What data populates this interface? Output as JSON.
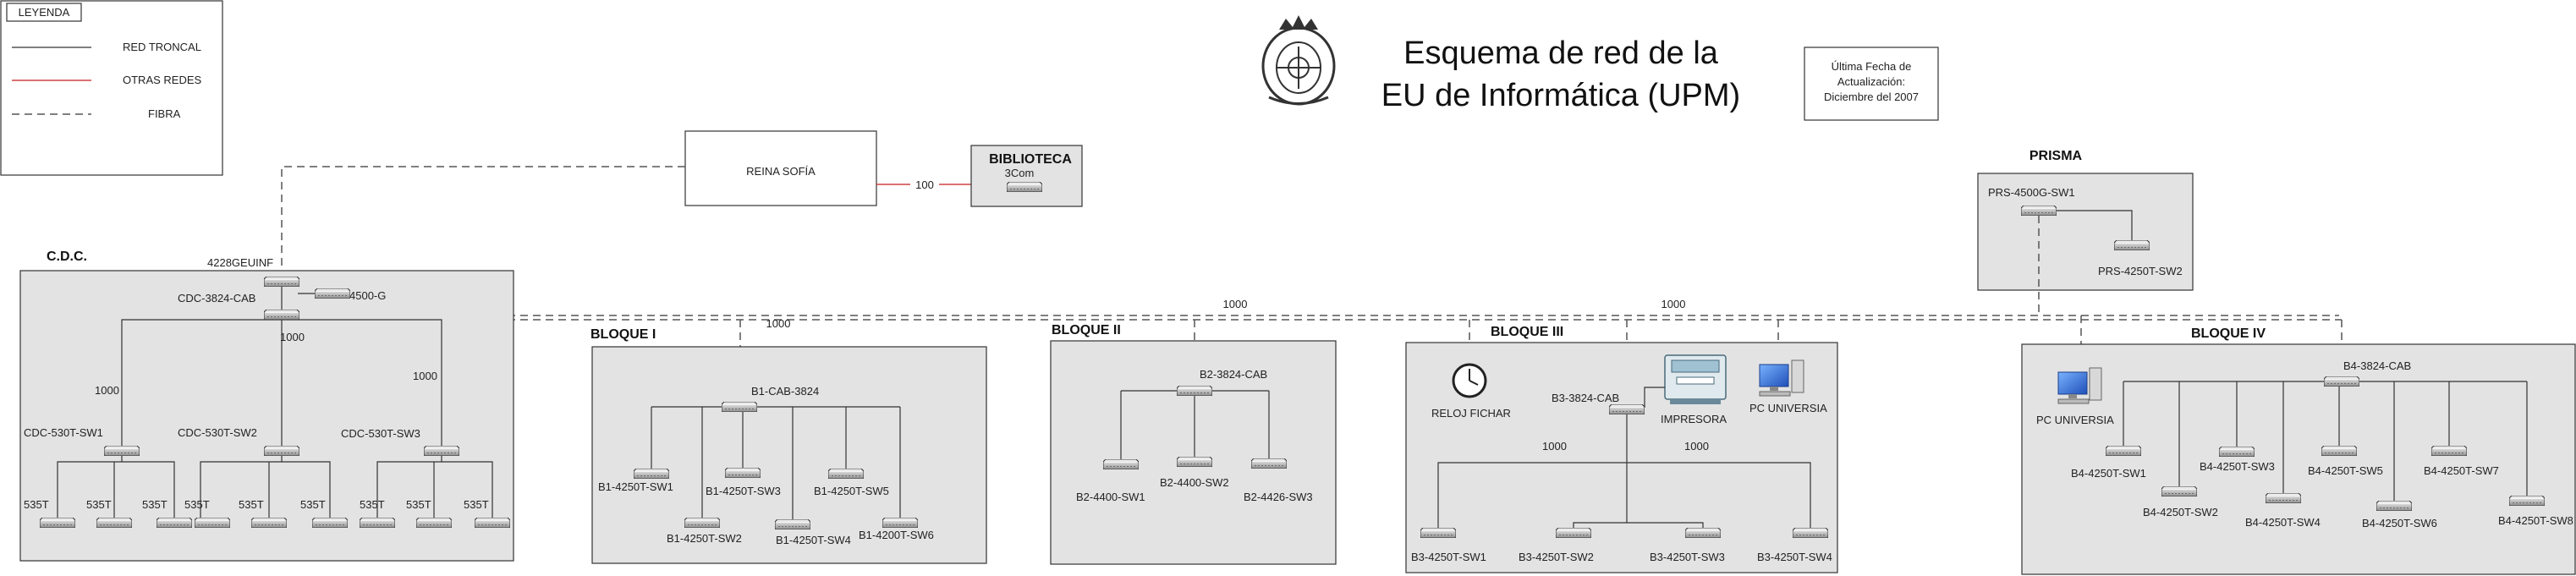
{
  "legend": {
    "title": "LEYENDA",
    "items": [
      {
        "label": "RED TRONCAL",
        "style": "solid",
        "color": "#333333"
      },
      {
        "label": "OTRAS REDES",
        "style": "solid",
        "color": "#d04040"
      },
      {
        "label": "FIBRA",
        "style": "dashed",
        "color": "#555555"
      }
    ]
  },
  "header": {
    "title_line1": "Esquema de red de la",
    "title_line2": "EU de Informática (UPM)",
    "update_line1": "Última Fecha de",
    "update_line2": "Actualización:",
    "update_line3": "Diciembre del 2007"
  },
  "reina_sofia": {
    "label": "REINA SOFÍA",
    "link_label": "100"
  },
  "biblioteca": {
    "title": "BIBLIOTECA",
    "device": "3Com"
  },
  "prisma": {
    "title": "PRISMA",
    "core": "PRS-4500G-SW1",
    "sw2": "PRS-4250T-SW2"
  },
  "cdc": {
    "title": "C.D.C.",
    "top": "4228GEUINF",
    "side": "4500-G",
    "core": "CDC-3824-CAB",
    "core_link": "1000",
    "left_link": "1000",
    "right_link": "1000",
    "sw1": "CDC-530T-SW1",
    "sw2": "CDC-530T-SW2",
    "sw3": "CDC-530T-SW3",
    "leaf": "535T"
  },
  "bloque1": {
    "title": "BLOQUE I",
    "link": "1000",
    "core": "B1-CAB-3824",
    "switches": [
      "B1-4250T-SW1",
      "B1-4250T-SW2",
      "B1-4250T-SW3",
      "B1-4250T-SW4",
      "B1-4250T-SW5",
      "B1-4200T-SW6"
    ]
  },
  "bloque2": {
    "title": "BLOQUE II",
    "link": "1000",
    "core": "B2-3824-CAB",
    "switches": [
      "B2-4400-SW1",
      "B2-4400-SW2",
      "B2-4426-SW3"
    ]
  },
  "bloque3": {
    "title": "BLOQUE III",
    "link": "1000",
    "core": "B3-3824-CAB",
    "clock": "RELOJ FICHAR",
    "printer": "IMPRESORA",
    "pc": "PC UNIVERSIA",
    "left_link": "1000",
    "right_link": "1000",
    "switches": [
      "B3-4250T-SW1",
      "B3-4250T-SW2",
      "B3-4250T-SW3",
      "B3-4250T-SW4"
    ]
  },
  "bloque4": {
    "title": "BLOQUE IV",
    "core": "B4-3824-CAB",
    "pc": "PC UNIVERSIA",
    "switches": [
      "B4-4250T-SW1",
      "B4-4250T-SW2",
      "B4-4250T-SW3",
      "B4-4250T-SW4",
      "B4-4250T-SW5",
      "B4-4250T-SW6",
      "B4-4250T-SW7",
      "B4-4250T-SW8"
    ]
  }
}
